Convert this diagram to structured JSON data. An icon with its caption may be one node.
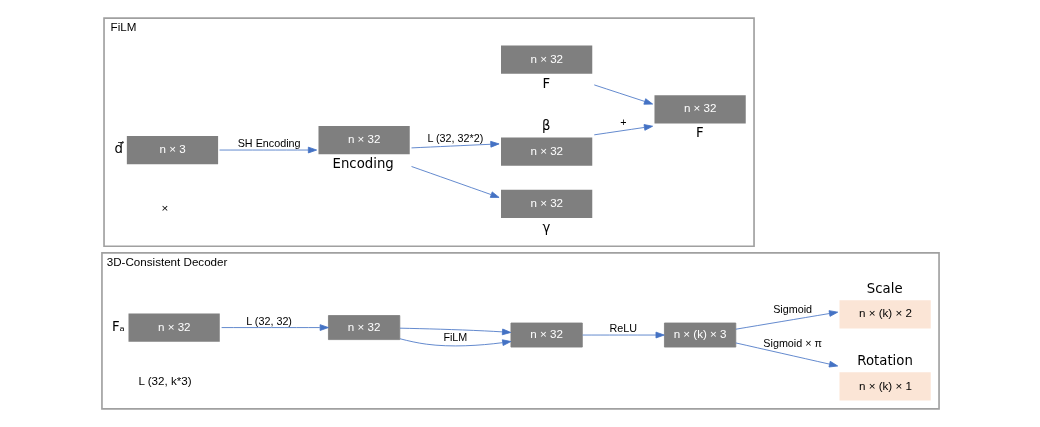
{
  "diagram": {
    "nodes": [
      {
        "text": [
          "FiLM"
        ]
      },
      {
        "text": [
          "n × 3"
        ],
        "in": 0,
        "beside": [
          "d⃗"
        ]
      },
      {
        "text": [
          "n × 32"
        ],
        "in": 0,
        "beside": [
          "Encoding"
        ]
      },
      {
        "text": [
          "n × 32"
        ],
        "in": 0,
        "beside": [
          "β"
        ]
      },
      {
        "text": [
          "n × 32"
        ],
        "in": 0,
        "beside": [
          "γ"
        ]
      },
      {
        "text": [
          "n × 32"
        ],
        "in": 0,
        "beside": [
          "F"
        ]
      },
      {
        "text": [
          "n × 32"
        ],
        "in": 0,
        "beside": [
          "F"
        ]
      },
      {
        "text": [
          "3D-Consistent Decoder"
        ]
      },
      {
        "text": [
          "n × 32"
        ],
        "in": 7,
        "beside": [
          "Fₐ"
        ]
      },
      {
        "text": [
          "n × 32"
        ],
        "in": 7
      },
      {
        "text": [
          "n × 32"
        ],
        "in": 7
      },
      {
        "text": [
          "n × (k) × 3"
        ],
        "in": 7
      },
      {
        "text": [
          "n × (k) × 2"
        ],
        "in": 7,
        "beside": [
          "Scale"
        ]
      },
      {
        "text": [
          "n × (k) × 1"
        ],
        "in": 7,
        "beside": [
          "Rotation"
        ]
      }
    ],
    "edges": [
      {
        "from": 1,
        "to": 2,
        "arrow": "to",
        "label": "SH Encoding"
      },
      {
        "from": 2,
        "to": 3,
        "arrow": "to",
        "label": "L (32, 32*2)"
      },
      {
        "from": 2,
        "to": 4,
        "arrow": "to"
      },
      {
        "from": 3,
        "to": 6,
        "arrow": "to",
        "label": "+"
      },
      {
        "from": 5,
        "to": 6,
        "arrow": "to"
      },
      {
        "from": 8,
        "to": 9,
        "arrow": "to",
        "label": "L (32, 32)"
      },
      {
        "from": 9,
        "to": 10,
        "arrow": "to",
        "label": "FiLM"
      },
      {
        "from": 9,
        "to": 10,
        "arrow": "to"
      },
      {
        "from": 10,
        "to": 11,
        "arrow": "to",
        "label": "ReLU"
      },
      {
        "from": 11,
        "to": 12,
        "arrow": "to",
        "label": "Sigmoid"
      },
      {
        "from": 11,
        "to": 13,
        "arrow": "to",
        "label": "Sigmoid × π"
      }
    ],
    "labels": [
      "×",
      "L (32, k*3)"
    ]
  }
}
